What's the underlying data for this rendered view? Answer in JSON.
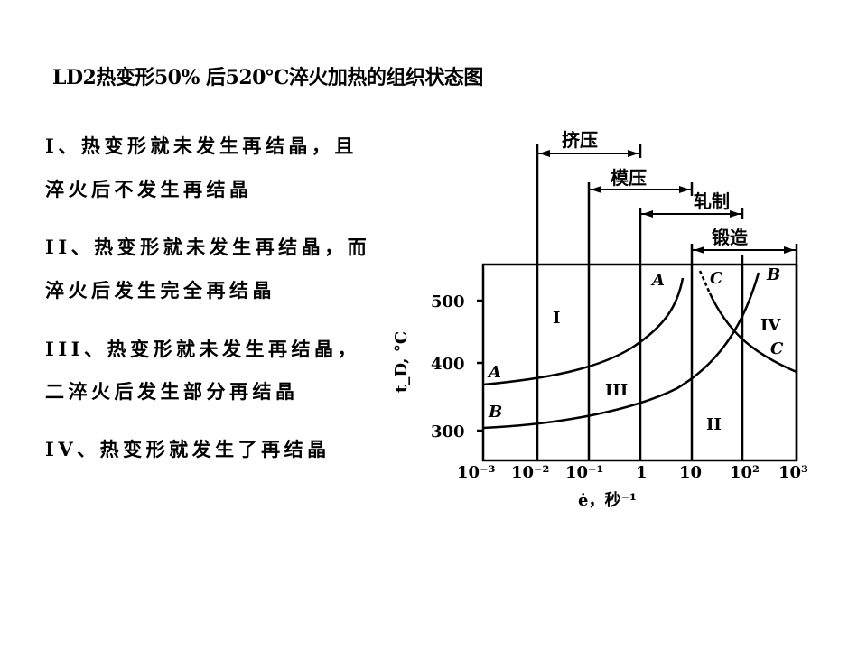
{
  "slide": {
    "title": "LD2热变形50% 后520℃淬火加热的组织状态图",
    "descriptions": [
      "I、热变形就未发生再结晶，且",
      "淬火后不发生再结晶",
      "II、热变形就未发生再结晶，而",
      "淬火后发生完全再结晶",
      "III、热变形就未发生再结晶，",
      "二淬火后发生部分再结晶",
      "IV、热变形就发生了再结晶"
    ]
  },
  "diagram": {
    "y_axis_label": "t_D, °C",
    "y_ticks": [
      "500",
      "400",
      "300"
    ],
    "x_axis_label": "ė，秒⁻¹",
    "x_ticks": [
      "10⁻³",
      "10⁻²",
      "10⁻¹",
      "1",
      "10",
      "10²",
      "10³"
    ],
    "processes": [
      "挤压",
      "模压",
      "轧制",
      "锻造"
    ],
    "regions": [
      "I",
      "II",
      "III",
      "IV"
    ],
    "curve_labels": [
      "A",
      "B",
      "A",
      "C",
      "B",
      "C"
    ]
  }
}
